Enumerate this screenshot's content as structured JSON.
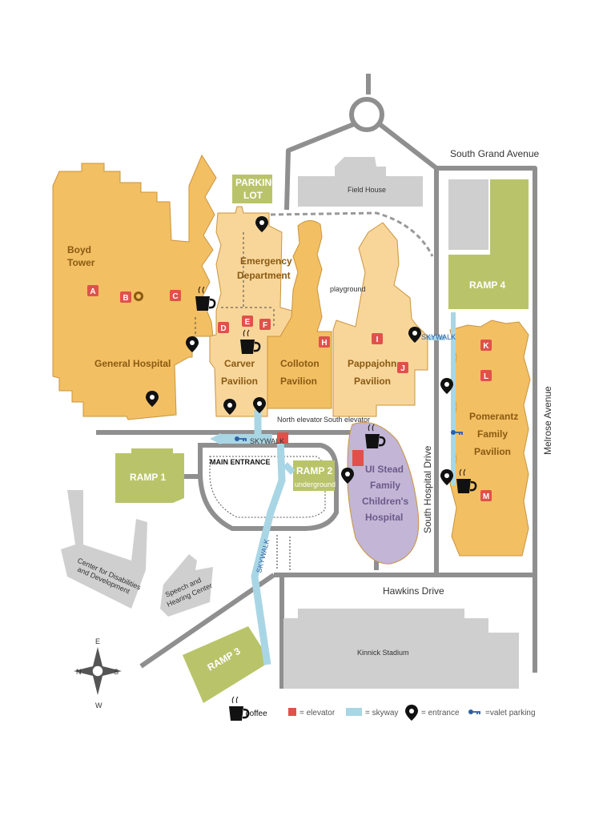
{
  "colors": {
    "building": "#f3bf63",
    "building_light": "#f8d69a",
    "building_stroke": "#c9943e",
    "ramp": "#b9c46a",
    "road": "#8f8f8f",
    "gray_building": "#cfcfcf",
    "skyway": "#a9d6e5",
    "elevator": "#e0514b",
    "children": "#c2b5d6",
    "valet": "#2b5fa6"
  },
  "streets": {
    "south_grand": "South Grand Avenue",
    "melrose": "Melrose Avenue",
    "south_hospital": "South Hospital Drive",
    "hawkins": "Hawkins Drive"
  },
  "buildings": {
    "boyd_1": "Boyd",
    "boyd_2": "Tower",
    "general": "General Hospital",
    "emergency_1": "Emergency",
    "emergency_2": "Department",
    "carver_1": "Carver",
    "carver_2": "Pavilion",
    "colloton_1": "Colloton",
    "colloton_2": "Pavilion",
    "pappajohn_1": "Pappajohn",
    "pappajohn_2": "Pavilion",
    "pomerantz_1": "Pomerantz",
    "pomerantz_2": "Family",
    "pomerantz_3": "Pavilion",
    "stead_1": "UI Stead",
    "stead_2": "Family",
    "stead_3": "Children's",
    "stead_4": "Hospital",
    "field_house": "Field House",
    "kinnick": "Kinnick Stadium",
    "cdd_1": "Center for Disabilities",
    "cdd_2": "and Development",
    "speech_1": "Speech and",
    "speech_2": "Hearing Center",
    "playground": "playground"
  },
  "ramps": {
    "parking_1": "PARKING",
    "parking_2": "LOT",
    "ramp1": "RAMP 1",
    "ramp2": "RAMP 2",
    "ramp2_sub": "underground",
    "ramp3": "RAMP 3",
    "ramp4": "RAMP 4"
  },
  "labels": {
    "main_entrance": "MAIN ENTRANCE",
    "skywalk_main": "SKYWALK",
    "skywalk_diag": "SKYWALK",
    "skywalk_right": "SKYWALK",
    "north_elevator": "North elevator",
    "south_elevator": "South elevator"
  },
  "letters": [
    "A",
    "B",
    "C",
    "D",
    "E",
    "F",
    "H",
    "I",
    "J",
    "K",
    "L",
    "M"
  ],
  "compass": {
    "n": "N",
    "e": "E",
    "s": "S",
    "w": "W"
  },
  "legend": {
    "coffee": "= coffee",
    "elevator": "= elevator",
    "skyway": "= skyway",
    "entrance": "= entrance",
    "valet": "=valet parking"
  }
}
